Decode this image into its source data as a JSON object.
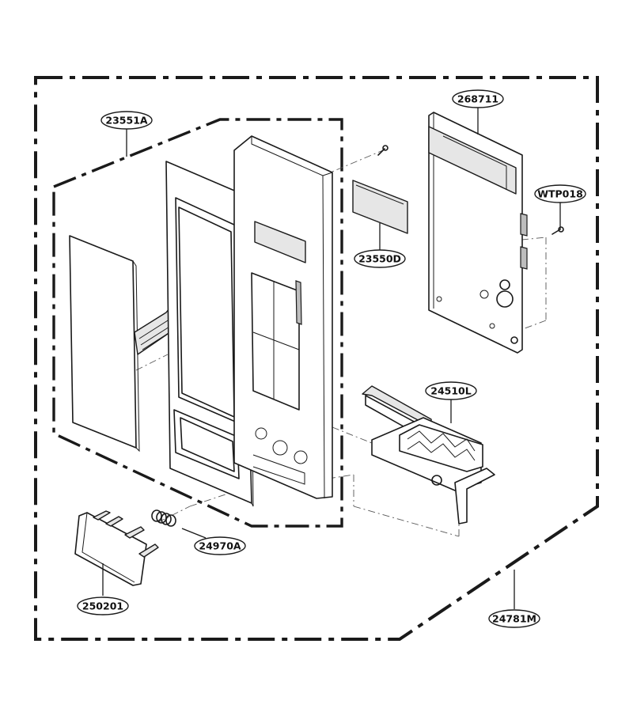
{
  "callouts": {
    "c23551a": "23551A",
    "c268711": "268711",
    "cwtp018": "WTP018",
    "c23550d": "23550D",
    "c24510l": "24510L",
    "c24970a": "24970A",
    "c250201": "250201",
    "c24781m": "24781M"
  }
}
